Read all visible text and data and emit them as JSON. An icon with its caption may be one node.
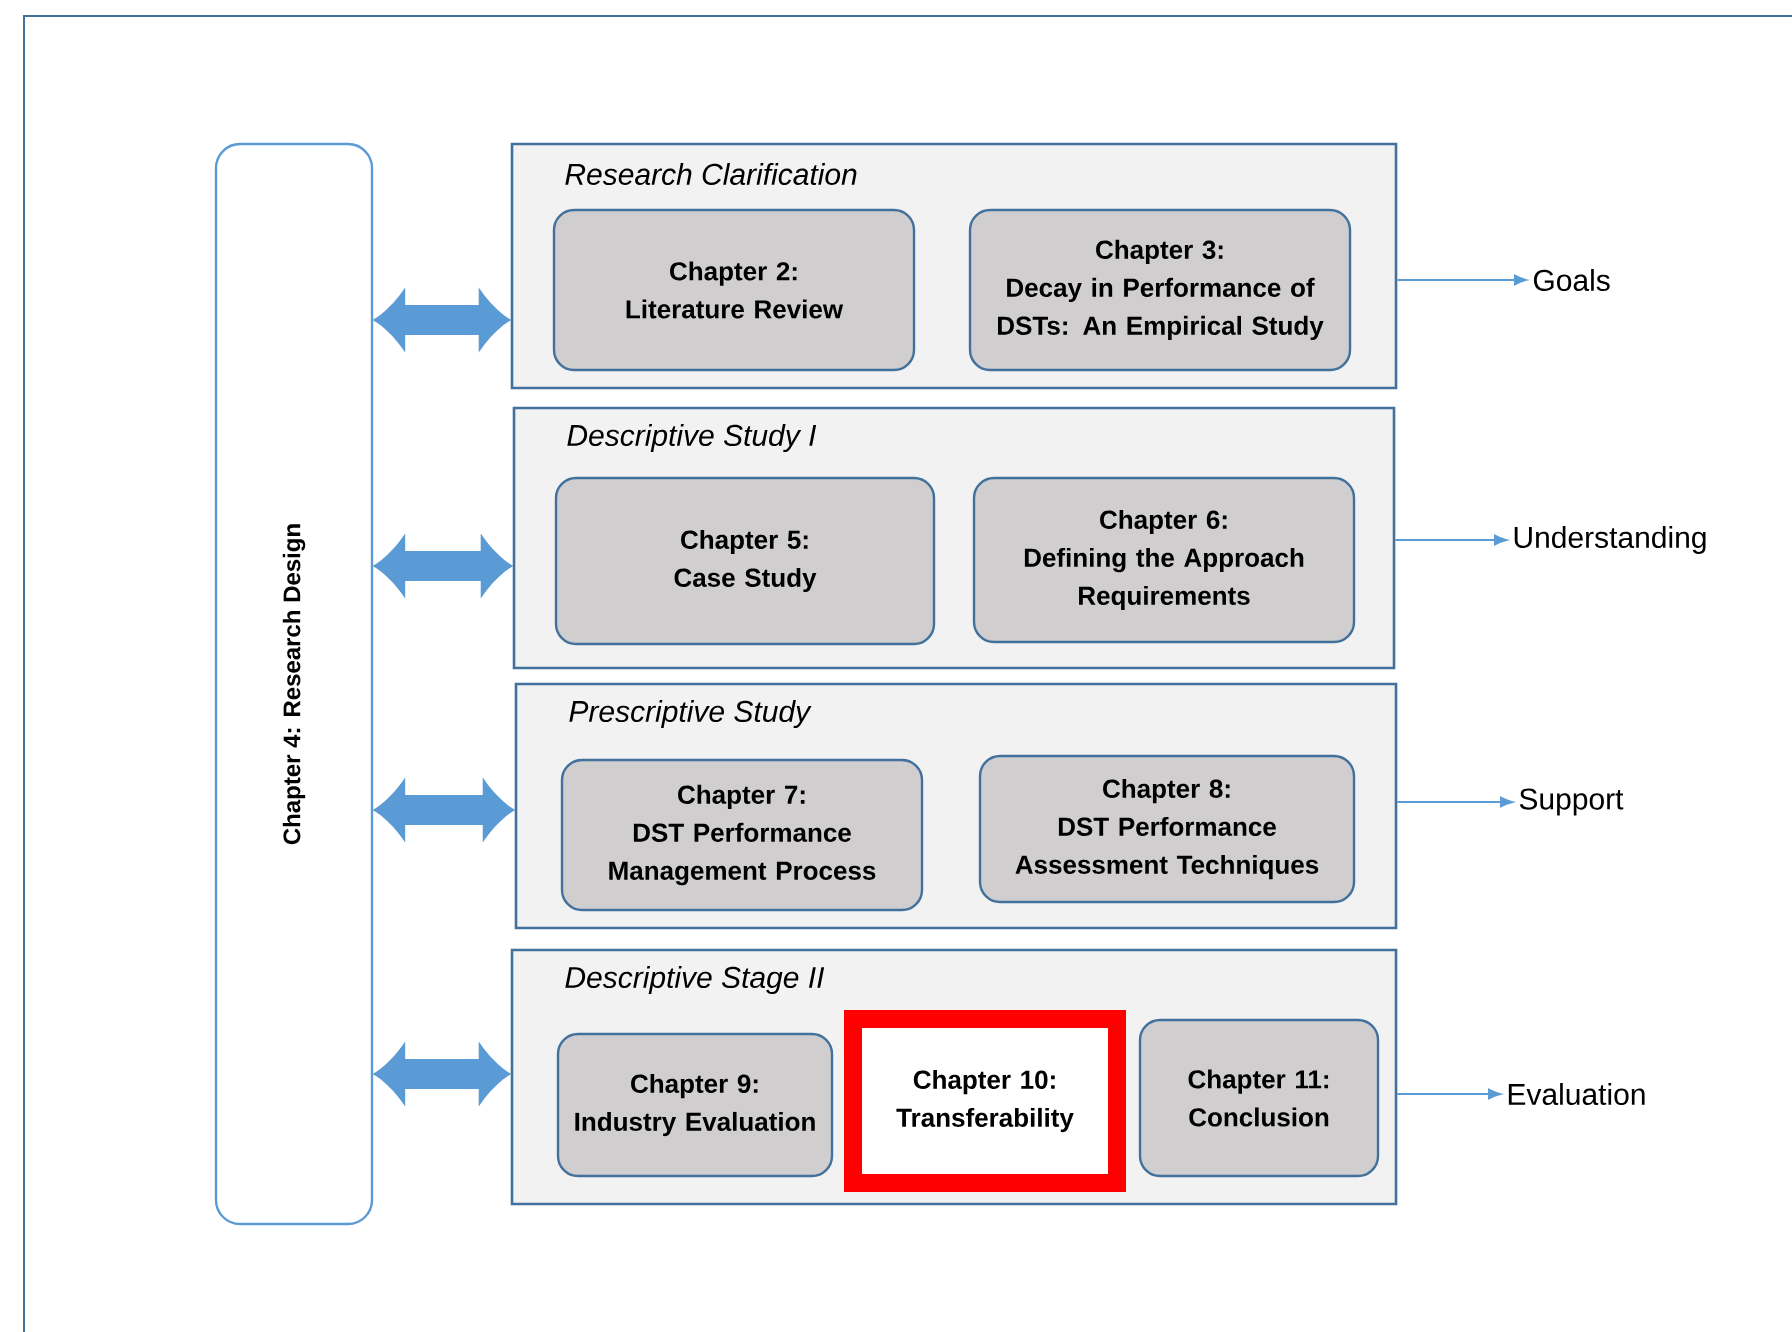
{
  "diagram": {
    "nodes": [
      {
        "text": [
          "Chapter 4:  Research Design"
        ]
      },
      {
        "text": [
          "Research Clarification"
        ]
      },
      {
        "text": [
          "Chapter 2:",
          "Literature Review"
        ],
        "in": 1
      },
      {
        "text": [
          "Chapter 3:",
          "Decay in Performance of DSTs:  An Empirical Study"
        ],
        "in": 1
      },
      {
        "text": [
          "Descriptive Study I"
        ]
      },
      {
        "text": [
          "Chapter 5:",
          "Case Study"
        ],
        "in": 4
      },
      {
        "text": [
          "Chapter 6:",
          "Defining the Approach Requirements"
        ],
        "in": 4
      },
      {
        "text": [
          "Prescriptive Study"
        ]
      },
      {
        "text": [
          "Chapter 7:",
          "DST Performance Management Process"
        ],
        "in": 7
      },
      {
        "text": [
          "Chapter 8:",
          "DST Performance Assessment Techniques"
        ],
        "in": 7
      },
      {
        "text": [
          "Descriptive Stage II"
        ]
      },
      {
        "text": [
          "Chapter 9:",
          "Industry Evaluation"
        ],
        "in": 10
      },
      {
        "text": [
          "Chapter 10:",
          "Transferability"
        ],
        "in": 10
      },
      {
        "text": [
          "Chapter 11:",
          "Conclusion"
        ],
        "in": 10
      },
      {
        "text": [
          "Goals"
        ]
      },
      {
        "text": [
          "Understanding"
        ]
      },
      {
        "text": [
          "Support"
        ]
      },
      {
        "text": [
          "Evaluation"
        ]
      }
    ],
    "edges": [
      {
        "from": 0,
        "to": 1,
        "arrow": "both",
        "style": "thick"
      },
      {
        "from": 0,
        "to": 4,
        "arrow": "both",
        "style": "thick"
      },
      {
        "from": 0,
        "to": 7,
        "arrow": "both",
        "style": "thick"
      },
      {
        "from": 0,
        "to": 10,
        "arrow": "both",
        "style": "thick"
      },
      {
        "from": 1,
        "to": 14,
        "arrow": "to"
      },
      {
        "from": 4,
        "to": 15,
        "arrow": "to"
      },
      {
        "from": 7,
        "to": 16,
        "arrow": "to"
      },
      {
        "from": 10,
        "to": 17,
        "arrow": "to"
      }
    ]
  }
}
